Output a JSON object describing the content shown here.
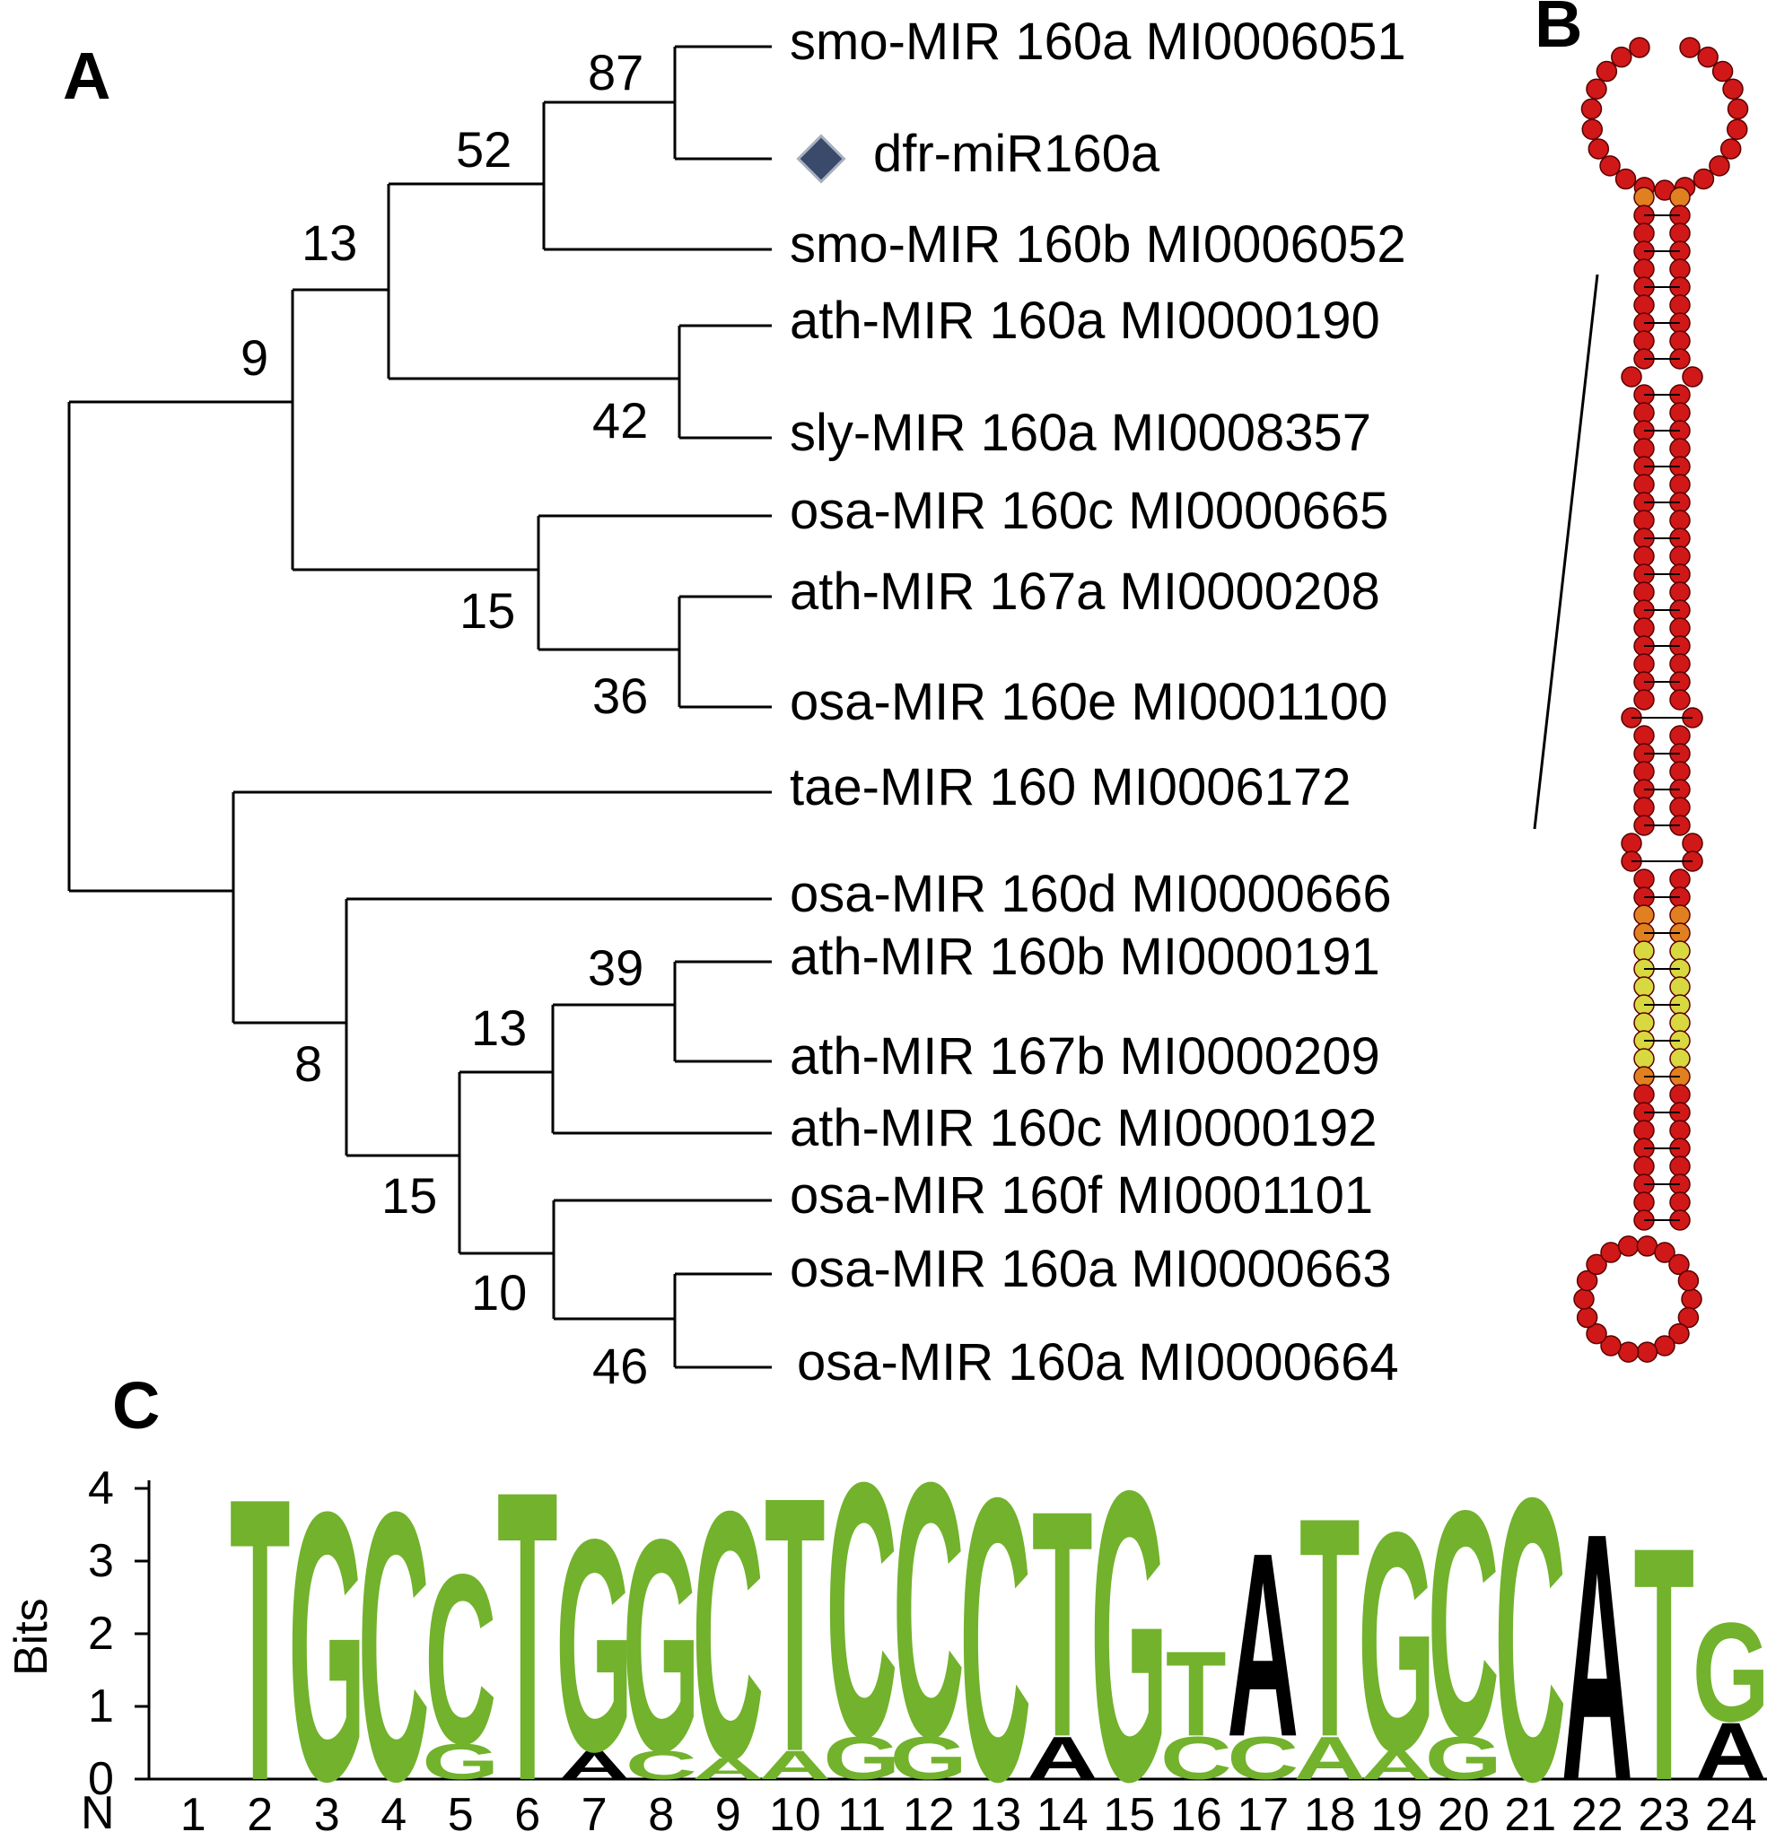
{
  "panels": {
    "a": "A",
    "b": "B",
    "c": "C"
  },
  "tree": {
    "leaves": [
      "smo-MIR 160a MI0006051",
      "dfr-miR160a",
      "smo-MIR 160b MI0006052",
      "ath-MIR 160a MI0000190",
      "sly-MIR 160a MI0008357",
      "osa-MIR 160c MI0000665",
      "ath-MIR 167a MI0000208",
      "osa-MIR 160e MI0001100",
      "tae-MIR 160 MI0006172",
      "osa-MIR 160d MI0000666",
      "ath-MIR 160b MI0000191",
      "ath-MIR 167b MI0000209",
      "ath-MIR 160c MI0000192",
      "osa-MIR 160f MI0001101",
      "osa-MIR 160a MI0000663",
      "osa-MIR 160a MI0000664"
    ],
    "bootstrap": [
      "87",
      "52",
      "13",
      "9",
      "42",
      "15",
      "36",
      "39",
      "13",
      "8",
      "15",
      "10",
      "46"
    ],
    "highlight_marker": "diamond-icon",
    "highlight_color": "#3a4a6a"
  },
  "logo": {
    "y_axis_label": "Bits",
    "y_ticks": [
      "0",
      "1",
      "2",
      "3",
      "4"
    ],
    "x_axis_label": "N",
    "positions": [
      "1",
      "2",
      "3",
      "4",
      "5",
      "6",
      "7",
      "8",
      "9",
      "10",
      "11",
      "12",
      "13",
      "14",
      "15",
      "16",
      "17",
      "18",
      "19",
      "20",
      "21",
      "22",
      "23",
      "24"
    ],
    "colors": {
      "green": "#72b22c",
      "black": "#000000"
    }
  },
  "chart_data": {
    "type": "sequence-logo",
    "ylabel": "Bits",
    "xlabel": "N",
    "ylim": [
      0,
      4
    ],
    "columns": [
      {
        "pos": 1,
        "stack": []
      },
      {
        "pos": 2,
        "stack": [
          {
            "letter": "T",
            "bits": 4.0
          }
        ]
      },
      {
        "pos": 3,
        "stack": [
          {
            "letter": "G",
            "bits": 3.8
          }
        ]
      },
      {
        "pos": 4,
        "stack": [
          {
            "letter": "C",
            "bits": 3.8
          }
        ]
      },
      {
        "pos": 5,
        "stack": [
          {
            "letter": "G",
            "bits": 0.5
          },
          {
            "letter": "C",
            "bits": 2.4
          }
        ]
      },
      {
        "pos": 6,
        "stack": [
          {
            "letter": "T",
            "bits": 4.1
          }
        ]
      },
      {
        "pos": 7,
        "stack": [
          {
            "letter": "A",
            "bits": 0.4
          },
          {
            "letter": "G",
            "bits": 3.0
          }
        ]
      },
      {
        "pos": 8,
        "stack": [
          {
            "letter": "C",
            "bits": 0.4
          },
          {
            "letter": "G",
            "bits": 3.0
          }
        ]
      },
      {
        "pos": 9,
        "stack": [
          {
            "letter": "A",
            "bits": 0.3
          },
          {
            "letter": "C",
            "bits": 3.5
          }
        ]
      },
      {
        "pos": 10,
        "stack": [
          {
            "letter": "A",
            "bits": 0.4
          },
          {
            "letter": "T",
            "bits": 3.6
          }
        ]
      },
      {
        "pos": 11,
        "stack": [
          {
            "letter": "G",
            "bits": 0.6
          },
          {
            "letter": "C",
            "bits": 3.6
          }
        ]
      },
      {
        "pos": 12,
        "stack": [
          {
            "letter": "G",
            "bits": 0.6
          },
          {
            "letter": "C",
            "bits": 3.6
          }
        ]
      },
      {
        "pos": 13,
        "stack": [
          {
            "letter": "C",
            "bits": 4.0
          }
        ]
      },
      {
        "pos": 14,
        "stack": [
          {
            "letter": "A",
            "bits": 0.6
          },
          {
            "letter": "T",
            "bits": 3.2
          }
        ]
      },
      {
        "pos": 15,
        "stack": [
          {
            "letter": "G",
            "bits": 4.1
          }
        ]
      },
      {
        "pos": 16,
        "stack": [
          {
            "letter": "C",
            "bits": 0.6
          },
          {
            "letter": "T",
            "bits": 1.2
          }
        ]
      },
      {
        "pos": 17,
        "stack": [
          {
            "letter": "C",
            "bits": 0.6
          },
          {
            "letter": "A",
            "bits": 2.6
          }
        ]
      },
      {
        "pos": 18,
        "stack": [
          {
            "letter": "A",
            "bits": 0.6
          },
          {
            "letter": "T",
            "bits": 3.1
          }
        ]
      },
      {
        "pos": 19,
        "stack": [
          {
            "letter": "A",
            "bits": 0.4
          },
          {
            "letter": "G",
            "bits": 3.1
          }
        ]
      },
      {
        "pos": 20,
        "stack": [
          {
            "letter": "G",
            "bits": 0.6
          },
          {
            "letter": "C",
            "bits": 3.2
          }
        ]
      },
      {
        "pos": 21,
        "stack": [
          {
            "letter": "C",
            "bits": 4.0
          }
        ]
      },
      {
        "pos": 22,
        "stack": [
          {
            "letter": "A",
            "bits": 3.5
          }
        ]
      },
      {
        "pos": 23,
        "stack": [
          {
            "letter": "T",
            "bits": 3.3
          }
        ]
      },
      {
        "pos": 24,
        "stack": [
          {
            "letter": "A",
            "bits": 0.8
          },
          {
            "letter": "G",
            "bits": 1.4
          }
        ]
      }
    ]
  }
}
